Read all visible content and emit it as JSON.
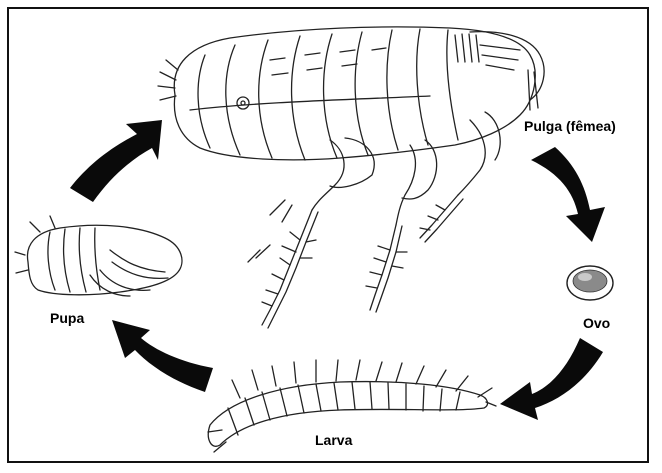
{
  "diagram": {
    "stages": {
      "adult": "Pulga (fêmea)",
      "egg": "Ovo",
      "larva": "Larva",
      "pupa": "Pupa"
    }
  }
}
